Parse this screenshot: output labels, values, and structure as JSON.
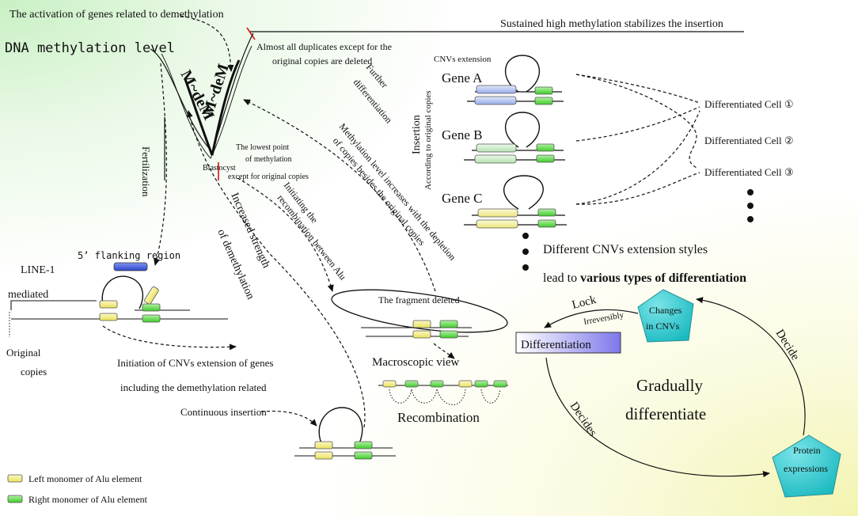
{
  "labels": {
    "activation": "The activation of genes related to demethylation",
    "sustained": "Sustained high methylation stabilizes the insertion",
    "dna_level": "DNA methylation level",
    "almost_all_1": "Almost all duplicates except for the",
    "almost_all_2": "original copies are deleted",
    "cnvs_ext": "CNVs extension",
    "gene_a": "Gene A",
    "gene_b": "Gene B",
    "gene_c": "Gene C",
    "further": "Further",
    "differentiation_small": "differentiation",
    "insertion": "Insertion",
    "according": "According to original copies",
    "diff_cell_1": "Differentiated Cell ①",
    "diff_cell_2": "Differentiated Cell ②",
    "diff_cell_3": "Differentiated Cell ③",
    "m_dem_left": "M~deM",
    "m_dem_right": "M~deM",
    "lowest_1": "The lowest point",
    "lowest_2": "of methylation",
    "lowest_3": "except for original copies",
    "blastocyst": "Blastocyst",
    "fertilization": "Fertilization",
    "meth_inc_1": "Methylation level increases with the depletion",
    "meth_inc_2": "of copies besides the original copies",
    "initiating_1": "Initiating the",
    "initiating_2": "recombination between Alu",
    "increased_1": "Increased strength",
    "increased_2": "of demethylation",
    "different_styles": "Different CNVs extension styles",
    "lead_to": "lead to",
    "various": "various types of differentiation",
    "flanking": "5’ flanking region",
    "line1": "LINE-1",
    "mediated": "mediated",
    "original": "Original",
    "copies": "copies",
    "fragment_deleted": "The fragment deleted",
    "macroscopic": "Macroscopic view",
    "recombination": "Recombination",
    "initiation_1": "Initiation of CNVs extension of genes",
    "initiation_2": "including the demethylation related",
    "continuous": "Continuous insertion",
    "lock": "Lock",
    "irreversibly": "Irreversibly",
    "differentiation_box": "Differentiation",
    "changes_1": "Changes",
    "changes_2": "in CNVs",
    "decide": "Decide",
    "decides": "Decides",
    "gradually": "Gradually",
    "differentiate": "differentiate",
    "protein_1": "Protein",
    "protein_2": "expressions",
    "legend_left": "Left monomer of Alu element",
    "legend_right": "Right monomer of Alu element"
  },
  "colors": {
    "alu_left": "#f3ee93",
    "alu_right": "#63d84c",
    "gene_a": "#b9c8ee",
    "gene_b": "#cdeccb",
    "gene_c": "#f3ef9e",
    "flanking": "#3d56d8",
    "pentagon": "#25c7cc",
    "diff_box": "#8c88ee",
    "red_mark": "#dd1111"
  }
}
